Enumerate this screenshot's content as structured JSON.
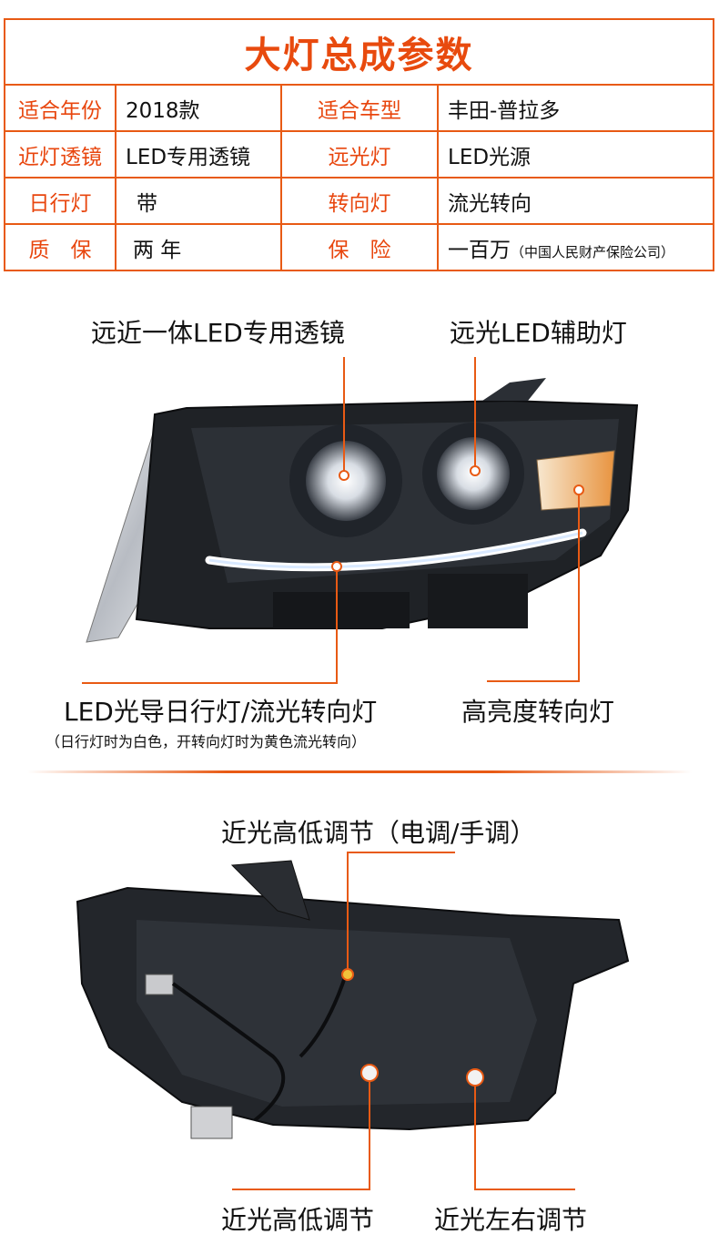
{
  "table": {
    "title": "大灯总成参数",
    "rows": [
      {
        "l1": "适合年份",
        "v1": "2018款",
        "l2": "适合车型",
        "v2": "丰田-普拉多"
      },
      {
        "l1": "近灯透镜",
        "v1": "LED专用透镜",
        "l2": "远光灯",
        "v2": "LED光源"
      },
      {
        "l1": "日行灯",
        "v1": "带",
        "l2": "转向灯",
        "v2": "流光转向"
      },
      {
        "l1": "质　保",
        "v1": "两 年",
        "l2": "保　险",
        "v2": "一百万",
        "v2_note": "（中国人民财产保险公司）"
      }
    ]
  },
  "front": {
    "callout_lens": "远近一体LED专用透镜",
    "callout_aux": "远光LED辅助灯",
    "callout_drl": "LED光导日行灯/流光转向灯",
    "callout_turn": "高亮度转向灯",
    "drl_note": "（日行灯时为白色，开转向灯时为黄色流光转向）"
  },
  "back": {
    "callout_top": "近光高低调节（电调/手调）",
    "callout_bottom_left": "近光高低调节",
    "callout_bottom_right": "近光左右调节"
  },
  "colors": {
    "accent": "#e85a14",
    "label": "#e8460e",
    "text": "#111111"
  }
}
